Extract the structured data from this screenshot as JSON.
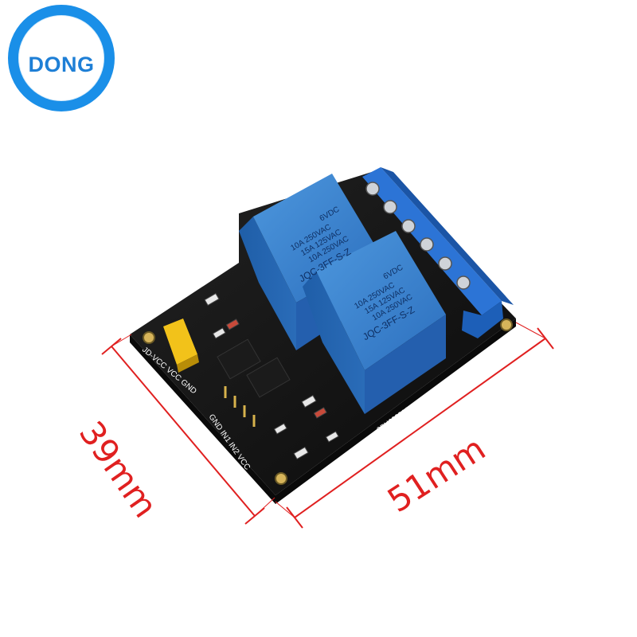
{
  "logo": {
    "text": "DONG"
  },
  "dimensions": {
    "width_label": "51mm",
    "height_label": "39mm"
  },
  "relay": {
    "voltage": "6VDC",
    "rating_1": "10A 250VAC",
    "rating_2": "15A 125VAC",
    "rating_3": "10A 250VAC",
    "model": "JQC-3FF-S-Z"
  },
  "board": {
    "pin_labels_left": "JD-VCC VCC GND",
    "pin_labels_right": "GND IN1 IN2 VCC",
    "serial": "2PH63091A"
  },
  "colors": {
    "accent": "#1a8fe8",
    "dimension": "#e02020",
    "relay_blue": "#2f7ccc",
    "pcb": "#141414"
  }
}
